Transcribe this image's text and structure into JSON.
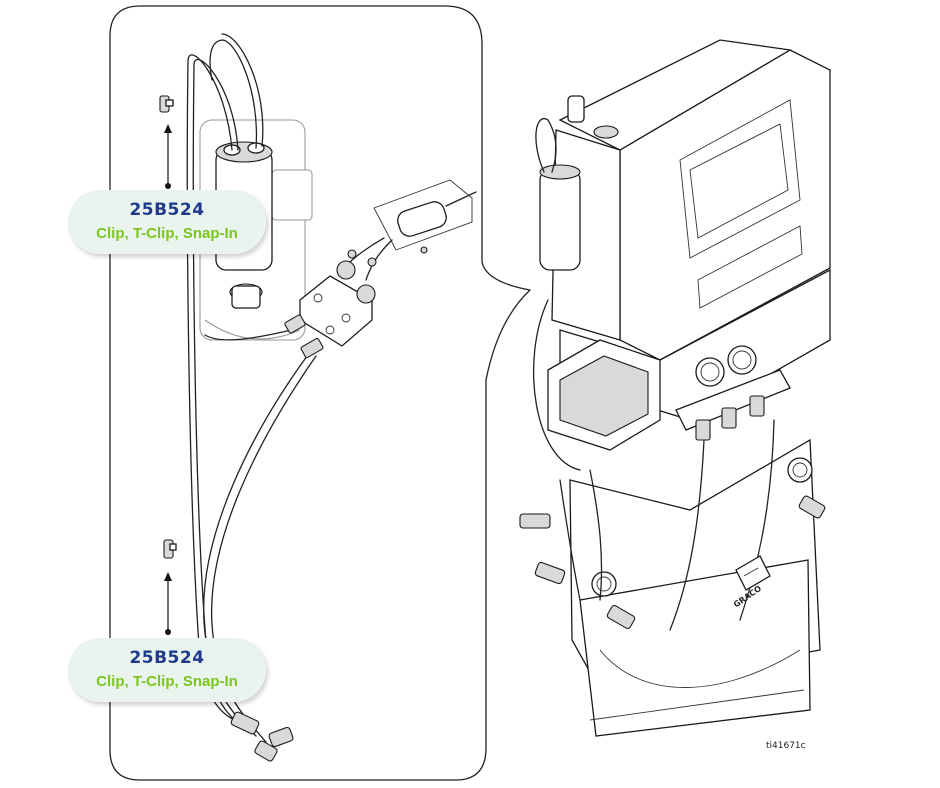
{
  "callouts": [
    {
      "part_number": "25B524",
      "description": "Clip, T-Clip, Snap-In"
    },
    {
      "part_number": "25B524",
      "description": "Clip, T-Clip, Snap-In"
    }
  ],
  "figure_ref": "ti41671c",
  "machine_logo": "GRACO",
  "colors": {
    "part_number": "#1f3a8a",
    "description": "#7cc520",
    "callout_bg": "#eaf4ef"
  }
}
